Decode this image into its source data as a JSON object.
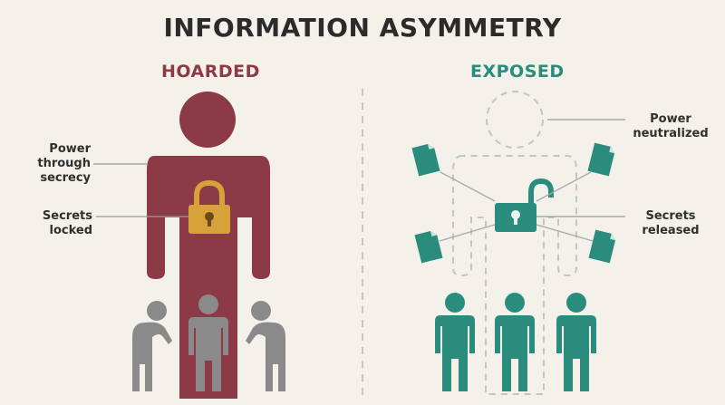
{
  "title": "INFORMATION ASYMMETRY",
  "colors": {
    "hoarded": "#8c3a45",
    "exposed": "#2a8c7c",
    "lock": "#d7a23a",
    "neutral_figure": "#8a8a8a",
    "dashed_outline": "#c4c4c4",
    "background": "#f4f1ea"
  },
  "left": {
    "heading": "HOARDED",
    "labels": {
      "power_line1": "Power",
      "power_line2": "through",
      "power_line3": "secrecy",
      "secrets_line1": "Secrets",
      "secrets_line2": "locked"
    }
  },
  "right": {
    "heading": "EXPOSED",
    "labels": {
      "power_line1": "Power",
      "power_line2": "neutralized",
      "secrets_line1": "Secrets",
      "secrets_line2": "released"
    }
  },
  "icons": [
    "padlock-locked-icon",
    "padlock-unlocked-icon",
    "document-icon",
    "person-icon"
  ]
}
